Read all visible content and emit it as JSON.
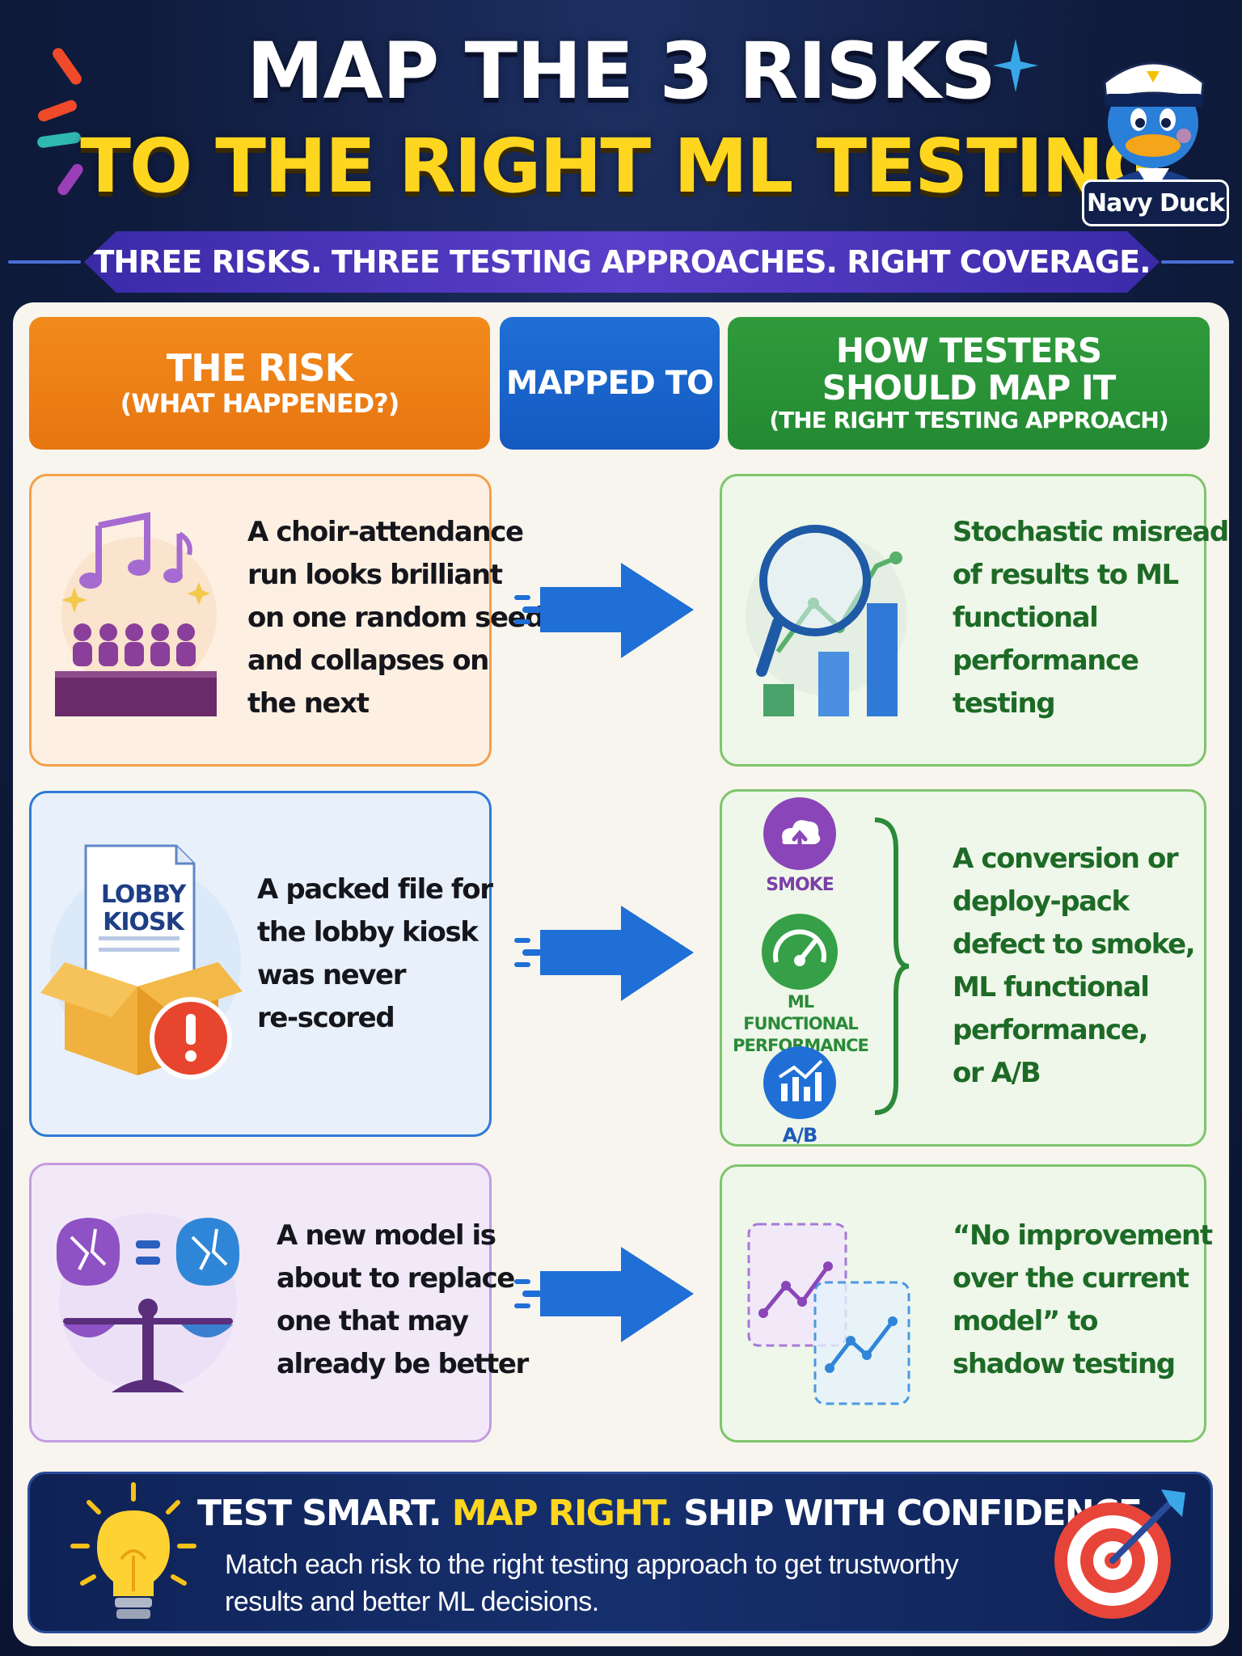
{
  "header": {
    "title_line1": "MAP THE 3 RISKS",
    "title_line2": "TO THE RIGHT ML TESTING",
    "banner": "THREE RISKS. THREE TESTING APPROACHES. RIGHT COVERAGE.",
    "mascot_label": "Navy Duck"
  },
  "columns": {
    "risk_title": "THE RISK",
    "risk_subtitle": "(WHAT HAPPENED?)",
    "mapped": "MAPPED TO",
    "how_line1": "HOW TESTERS",
    "how_line2": "SHOULD MAP IT",
    "how_subtitle": "(THE RIGHT TESTING APPROACH)"
  },
  "rows": [
    {
      "risk_lines": [
        "A choir-attendance",
        "run looks brilliant",
        "on one random seed",
        "and collapses on",
        "the next"
      ],
      "approach_lines": [
        "Stochastic misread",
        "of results to ML",
        "functional",
        "performance",
        "testing"
      ]
    },
    {
      "risk_icon_text": [
        "LOBBY",
        "KIOSK"
      ],
      "risk_lines": [
        "A packed file for",
        "the lobby kiosk",
        "was never",
        "re-scored"
      ],
      "test_labels": {
        "smoke": "SMOKE",
        "mlfp_1": "ML FUNCTIONAL",
        "mlfp_2": "PERFORMANCE",
        "ab": "A/B"
      },
      "approach_lines": [
        "A conversion or",
        "deploy-pack",
        "defect to smoke,",
        "ML functional",
        "performance,",
        "or A/B"
      ]
    },
    {
      "risk_lines": [
        "A new model is",
        "about to replace",
        "one that may",
        "already be better"
      ],
      "approach_lines": [
        "“No improvement",
        "over the current",
        "model” to",
        "shadow testing"
      ]
    }
  ],
  "footer": {
    "title_a": "TEST SMART.",
    "title_b": "MAP RIGHT.",
    "title_c": "SHIP WITH CONFIDENCE.",
    "body_line1": "Match each risk to the right testing approach to get trustworthy",
    "body_line2": "results and better ML decisions."
  },
  "colors": {
    "background": "#101c3e",
    "title_yellow": "#ffd61f",
    "orange": "#f28a1c",
    "blue": "#1f6fd6",
    "green": "#2f9a3c",
    "purple": "#7b3fa8"
  }
}
